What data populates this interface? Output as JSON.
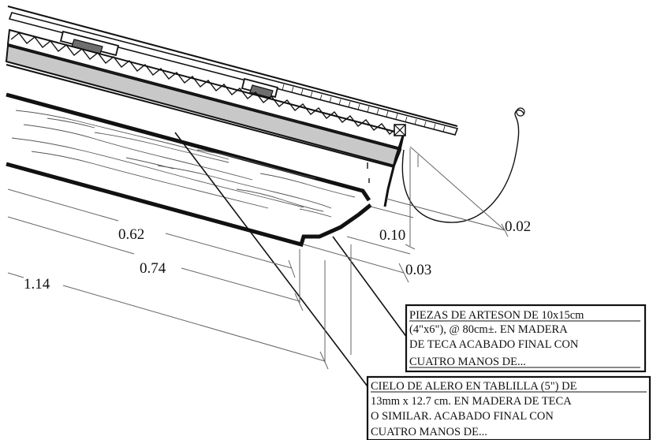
{
  "dimensions": {
    "d_002": "0.02",
    "d_010": "0.10",
    "d_003": "0.03",
    "d_062": "0.62",
    "d_074": "0.74",
    "d_114": "1.14"
  },
  "notes": {
    "arteson": {
      "lines": [
        "PIEZAS DE ARTESON DE 10x15cm",
        "(4\"x6\"), @ 80cm±. EN MADERA",
        "DE TECA ACABADO FINAL CON",
        "CUATRO MANOS DE..."
      ]
    },
    "cielo": {
      "lines": [
        "CIELO DE ALERO EN TABLILLA (5\") DE",
        "13mm x 12.7 cm. EN MADERA DE TECA",
        "O SIMILAR. ACABADO FINAL CON",
        "CUATRO MANOS DE..."
      ]
    }
  },
  "colors": {
    "ink": "#111111",
    "grey_fill": "#c8c8c8",
    "dark_grey": "#6e6e6e"
  }
}
